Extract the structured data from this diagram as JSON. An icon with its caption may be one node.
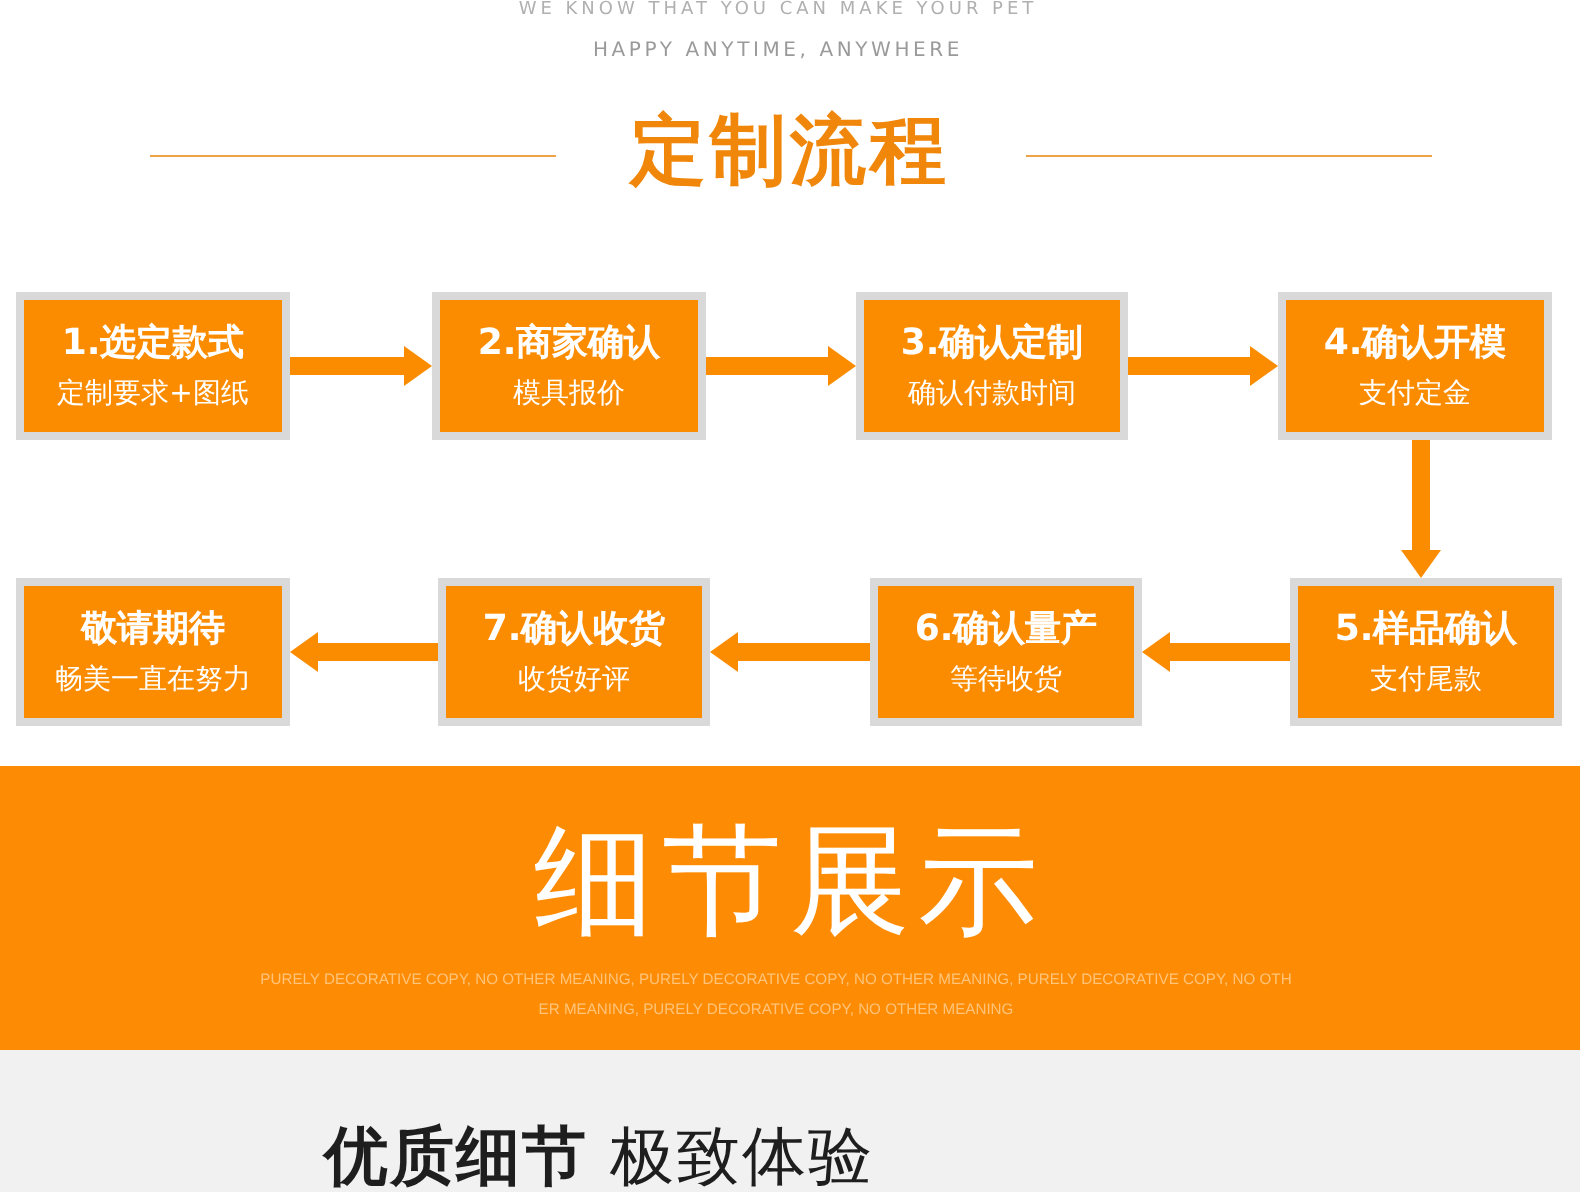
{
  "diagram": {
    "title": "定制流程",
    "nodes": [
      {
        "text": [
          "1.选定款式",
          "定制要求+图纸"
        ]
      },
      {
        "text": [
          "2.商家确认",
          "模具报价"
        ]
      },
      {
        "text": [
          "3.确认定制",
          "确认付款时间"
        ]
      },
      {
        "text": [
          "4.确认开模",
          "支付定金"
        ]
      },
      {
        "text": [
          "敬请期待",
          "畅美一直在努力"
        ]
      },
      {
        "text": [
          "7.确认收货",
          "收货好评"
        ]
      },
      {
        "text": [
          "6.确认量产",
          "等待收货"
        ]
      },
      {
        "text": [
          "5.样品确认",
          "支付尾款"
        ]
      },
      {
        "text": [
          "细节展示",
          "PURELY DECORATIVE COPY, NO OTHER MEANING, PURELY DECORATIVE COPY, NO OTHER MEANING, PURELY DECORATIVE COPY, NO OTHER MEANING, PURELY DECORATIVE COPY, NO OTHER MEANING"
        ]
      }
    ],
    "edges": [
      {
        "from": 0,
        "to": 1,
        "arrow": "to"
      },
      {
        "from": 1,
        "to": 2,
        "arrow": "to"
      },
      {
        "from": 2,
        "to": 3,
        "arrow": "to"
      },
      {
        "from": 3,
        "to": 7,
        "arrow": "to"
      },
      {
        "from": 7,
        "to": 6,
        "arrow": "to"
      },
      {
        "from": 6,
        "to": 5,
        "arrow": "to"
      },
      {
        "from": 5,
        "to": 4,
        "arrow": "to"
      }
    ],
    "labels": [
      "WE KNOW THAT YOU CAN MAKE YOUR PET",
      "HAPPY ANYTIME, ANYWHERE",
      "**优质细节** 极致体验"
    ]
  }
}
